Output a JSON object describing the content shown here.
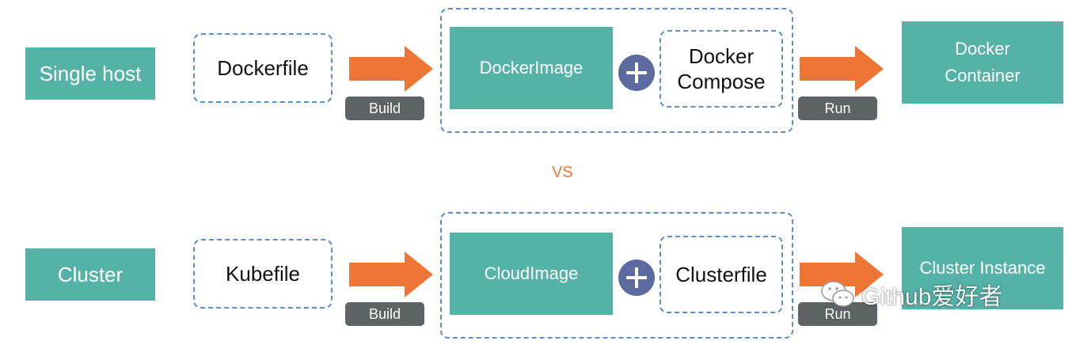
{
  "row1": {
    "side_label": "Single host",
    "source_file": "Dockerfile",
    "build_tag": "Build",
    "image": "DockerImage",
    "companion": "Docker\nCompose",
    "run_tag": "Run",
    "result": "Docker\nContainer"
  },
  "vs": "VS",
  "row2": {
    "side_label": "Cluster",
    "source_file": "Kubefile",
    "build_tag": "Build",
    "image": "CloudImage",
    "companion": "Clusterfile",
    "run_tag": "Run",
    "result": "Cluster Instance"
  },
  "watermark": "Github爱好者",
  "colors": {
    "teal": "#55b2a7",
    "arrow": "#ef7535",
    "dash": "#5b8fc9",
    "tag": "#5e6366",
    "plus": "#5c6aa0"
  }
}
